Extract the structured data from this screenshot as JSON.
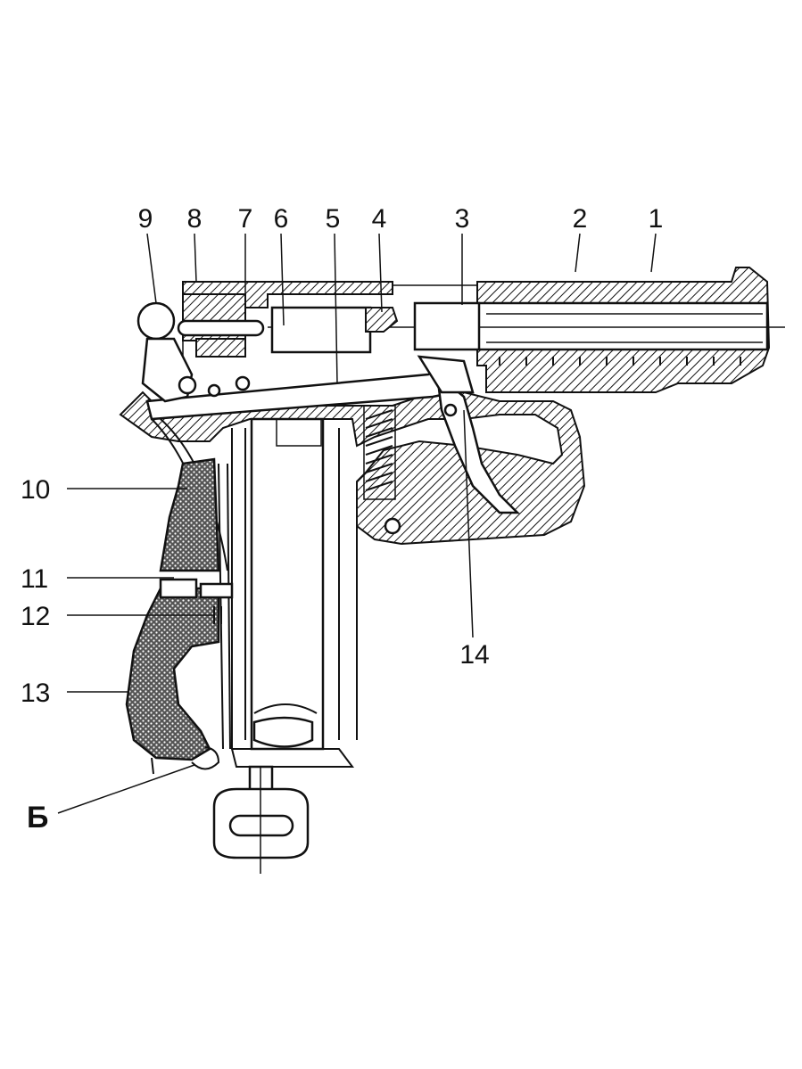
{
  "callouts": [
    {
      "id": "1",
      "text": "1"
    },
    {
      "id": "2",
      "text": "2"
    },
    {
      "id": "3",
      "text": "3"
    },
    {
      "id": "4",
      "text": "4"
    },
    {
      "id": "5",
      "text": "5"
    },
    {
      "id": "6",
      "text": "6"
    },
    {
      "id": "7",
      "text": "7"
    },
    {
      "id": "8",
      "text": "8"
    },
    {
      "id": "9",
      "text": "9"
    },
    {
      "id": "10",
      "text": "10"
    },
    {
      "id": "11",
      "text": "11"
    },
    {
      "id": "12",
      "text": "12"
    },
    {
      "id": "13",
      "text": "13"
    },
    {
      "id": "14",
      "text": "14"
    },
    {
      "id": "B",
      "text": "Б"
    }
  ],
  "colors": {
    "ink": "#111111",
    "paper": "#ffffff"
  }
}
